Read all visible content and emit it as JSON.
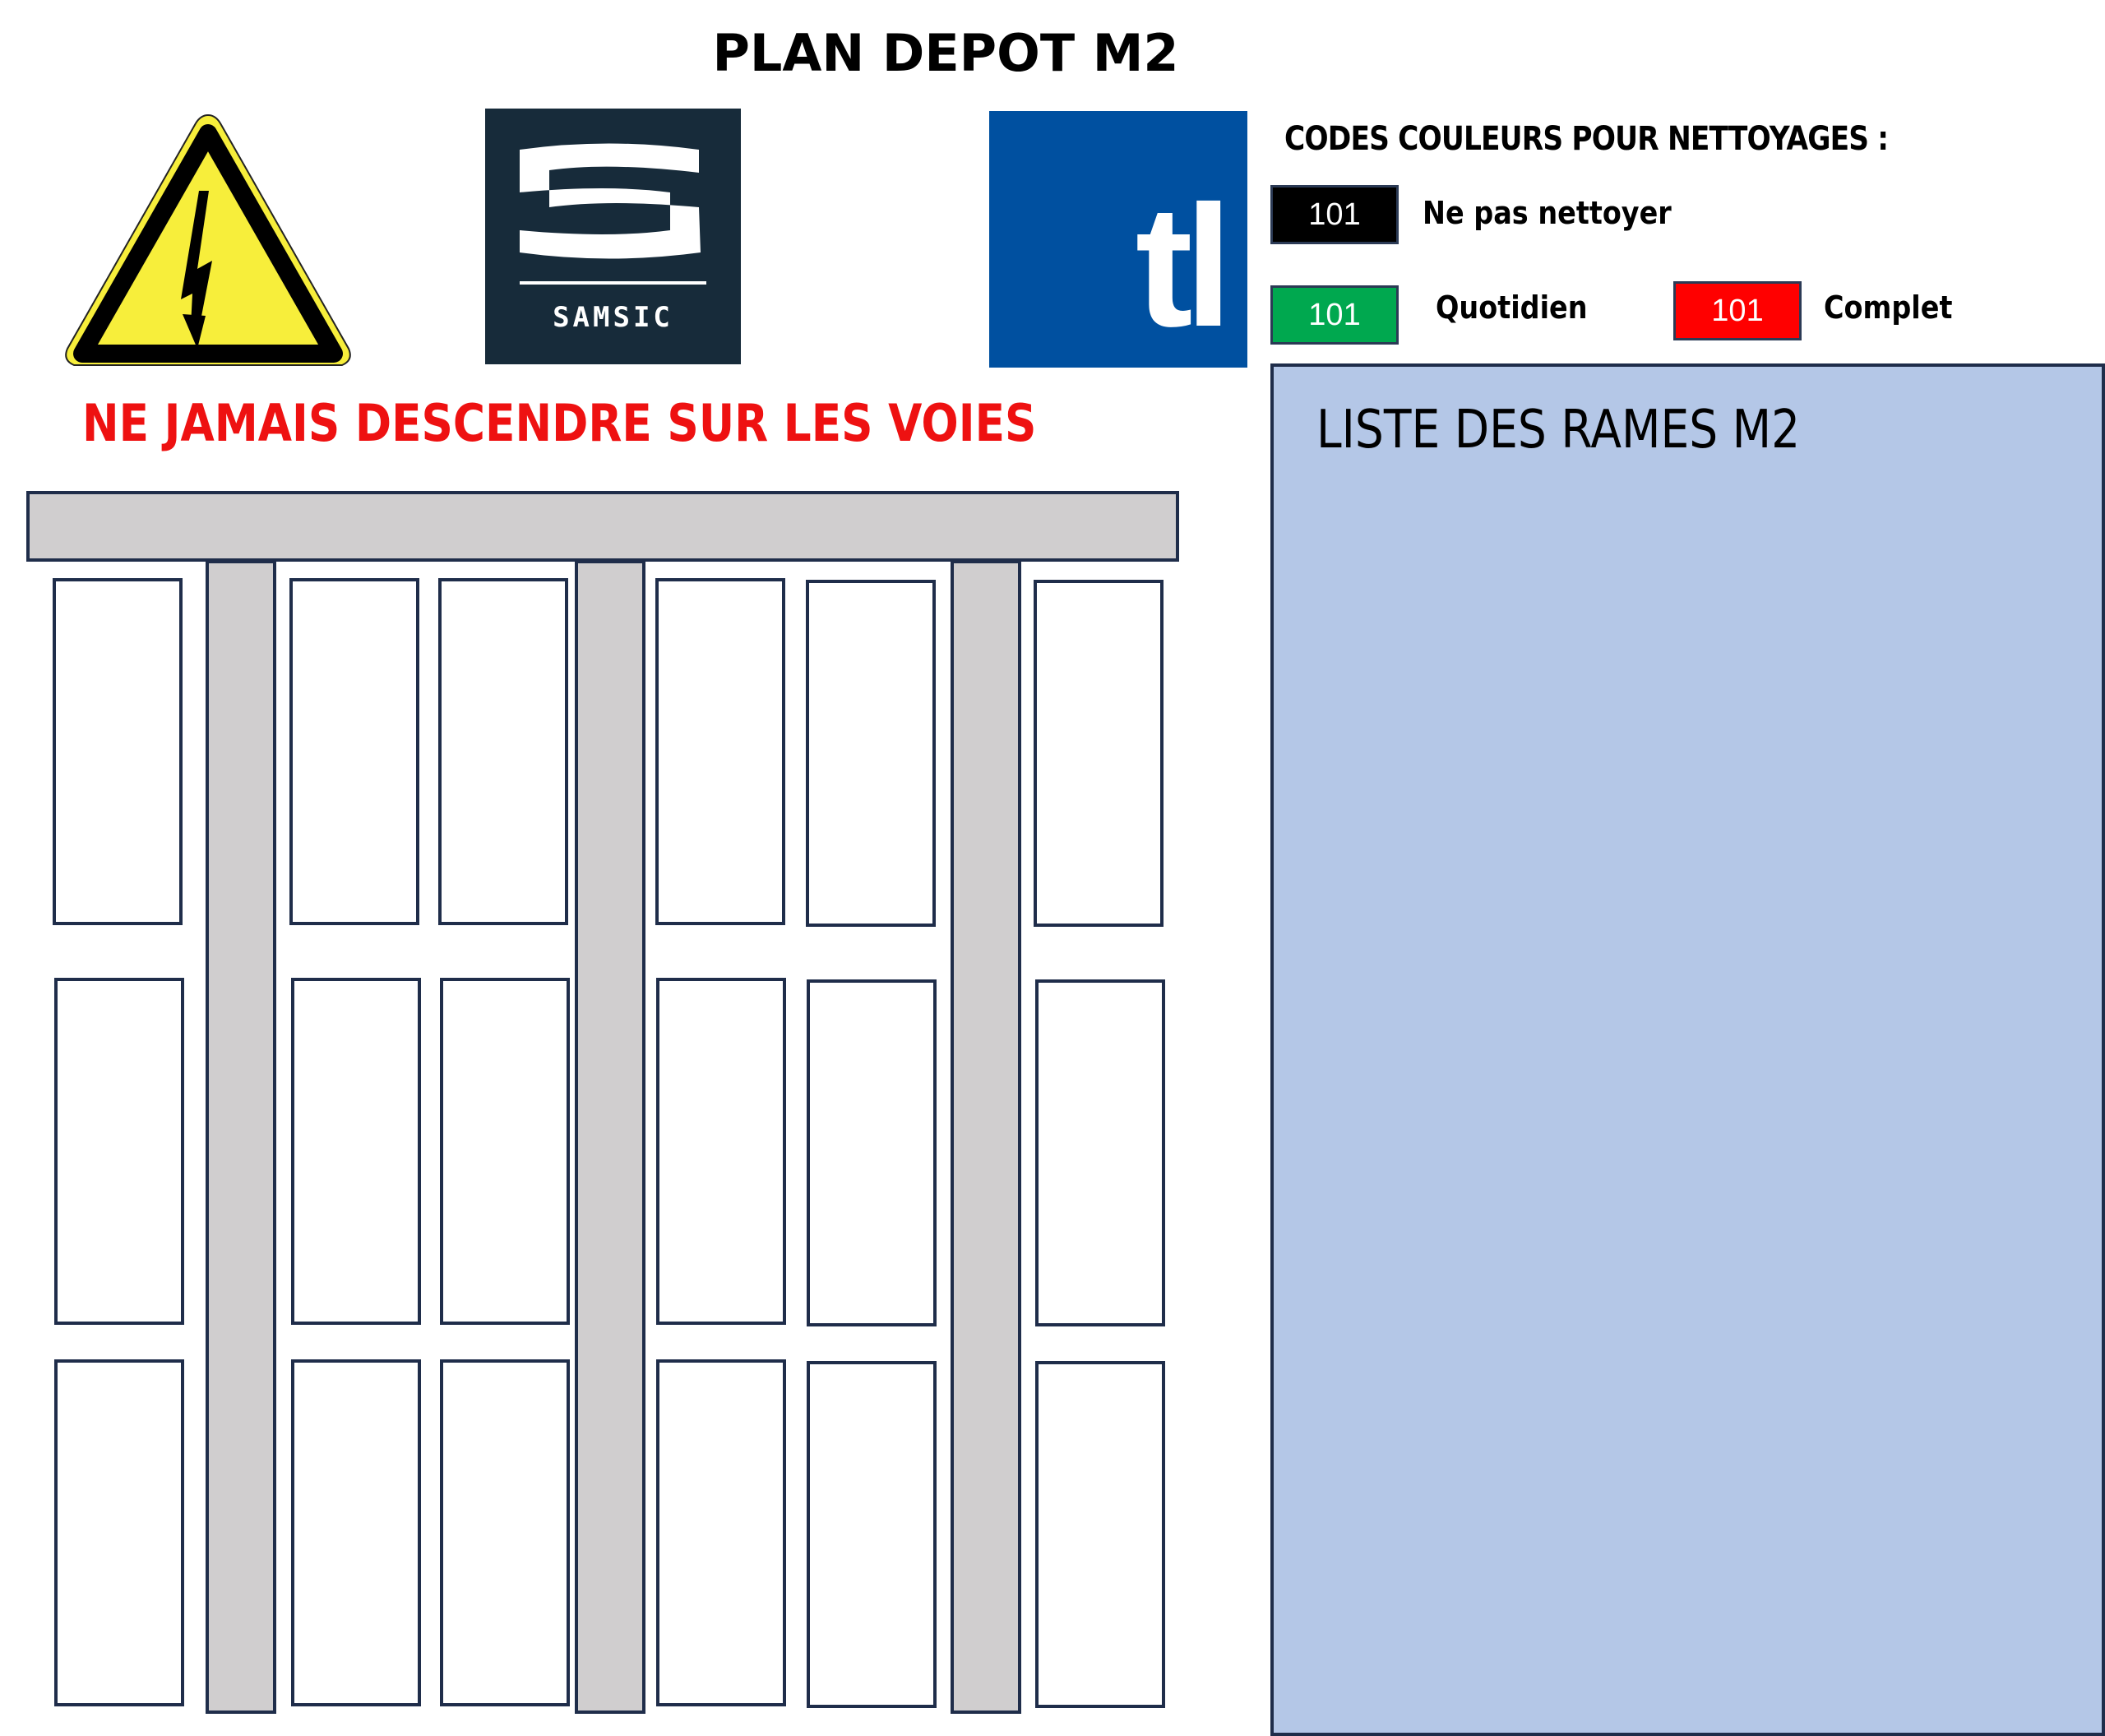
{
  "header": {
    "title": "PLAN DEPOT M2"
  },
  "logos": {
    "warning_sign": "high-voltage-warning-icon",
    "samsic": {
      "text": "SAMSIC",
      "color": "#172B3A"
    },
    "tl": {
      "text": "tl",
      "color": "#0050A0"
    }
  },
  "warning": {
    "text": "NE JAMAIS DESCENDRE SUR LES VOIES",
    "color": "#EE1111"
  },
  "legend": {
    "title": "CODES COULEURS POUR NETTOYAGES :",
    "items": [
      {
        "code": "101",
        "label": "Ne pas nettoyer",
        "color": "#000000"
      },
      {
        "code": "101",
        "label": "Quotidien",
        "color": "#00A84F"
      },
      {
        "code": "101",
        "label": "Complet",
        "color": "#FF0000"
      }
    ]
  },
  "panel": {
    "title": "LISTE DES RAMES M2",
    "background": "#B4C7E7"
  },
  "depot": {
    "topbar_color": "#D0CECF",
    "outline_color": "#1F2D4A",
    "tracks": 3,
    "bay_columns": 6,
    "bay_rows": 3
  }
}
